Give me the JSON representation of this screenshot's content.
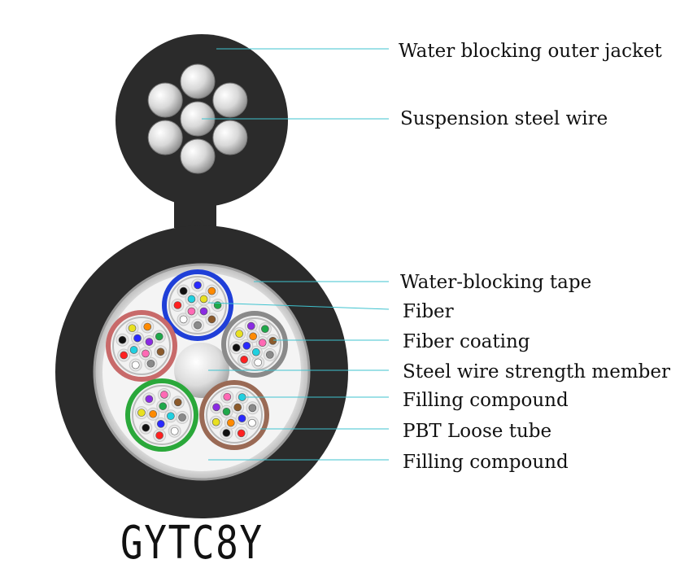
{
  "diagram": {
    "model_name": "GYTC8Y",
    "labels": [
      {
        "id": "outer-jacket",
        "text": "Water blocking outer jacket"
      },
      {
        "id": "suspension-wire",
        "text": "Suspension steel wire"
      },
      {
        "id": "water-blocking-tape",
        "text": "Water-blocking tape"
      },
      {
        "id": "fiber",
        "text": "Fiber"
      },
      {
        "id": "fiber-coating",
        "text": "Fiber coating"
      },
      {
        "id": "strength-member",
        "text": "Steel wire strength member"
      },
      {
        "id": "filling-compound-1",
        "text": "Filling compound"
      },
      {
        "id": "pbt-loose-tube",
        "text": "PBT Loose tube"
      },
      {
        "id": "filling-compound-2",
        "text": "Filling compound"
      }
    ],
    "colors": {
      "jacket": "#2b2b2b",
      "leader_line": "#3fc3cf",
      "tube_blue": "#1f3fd8",
      "tube_grey": "#8a8a8a",
      "tube_red": "#c86a6a",
      "tube_green": "#2aa83a",
      "tube_brown": "#9a6a55",
      "fiber_colors": [
        "#2a2aff",
        "#ff8a00",
        "#1fa84a",
        "#8b5a2b",
        "#8a8a8a",
        "#ffffff",
        "#ff2020",
        "#111111",
        "#e8e020",
        "#8a2be2",
        "#ff69b4",
        "#20d0e0"
      ]
    }
  }
}
